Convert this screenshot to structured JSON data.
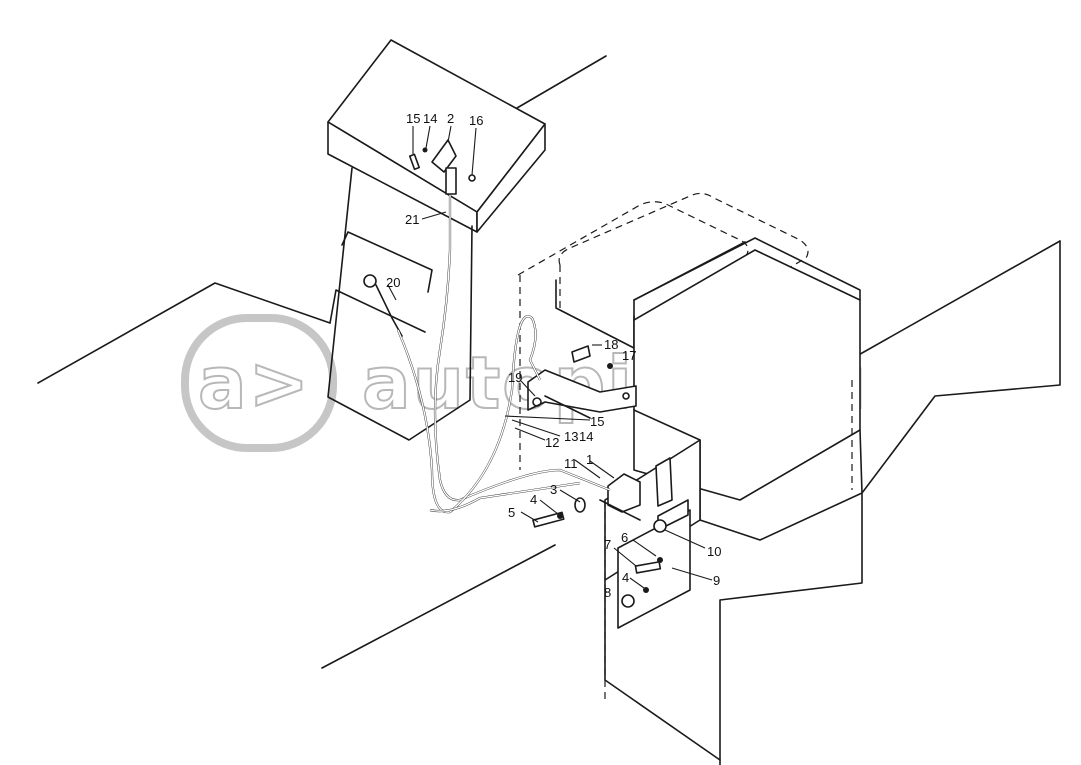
{
  "diagram": {
    "callouts": [
      {
        "id": "c15a",
        "text": "15"
      },
      {
        "id": "c14a",
        "text": "14"
      },
      {
        "id": "c2",
        "text": "2"
      },
      {
        "id": "c16",
        "text": "16"
      },
      {
        "id": "c21",
        "text": "21"
      },
      {
        "id": "c20",
        "text": "20"
      },
      {
        "id": "c18",
        "text": "18"
      },
      {
        "id": "c17",
        "text": "17"
      },
      {
        "id": "c19",
        "text": "19"
      },
      {
        "id": "c15b",
        "text": "15"
      },
      {
        "id": "c13",
        "text": "13"
      },
      {
        "id": "c14b",
        "text": "14"
      },
      {
        "id": "c12",
        "text": "12"
      },
      {
        "id": "c11",
        "text": "11"
      },
      {
        "id": "c1",
        "text": "1"
      },
      {
        "id": "c3",
        "text": "3"
      },
      {
        "id": "c4a",
        "text": "4"
      },
      {
        "id": "c5",
        "text": "5"
      },
      {
        "id": "c10",
        "text": "10"
      },
      {
        "id": "c7",
        "text": "7"
      },
      {
        "id": "c6",
        "text": "6"
      },
      {
        "id": "c9",
        "text": "9"
      },
      {
        "id": "c4b",
        "text": "4"
      },
      {
        "id": "c8",
        "text": "8"
      }
    ]
  },
  "watermark": {
    "text": "autopiter.ru"
  }
}
